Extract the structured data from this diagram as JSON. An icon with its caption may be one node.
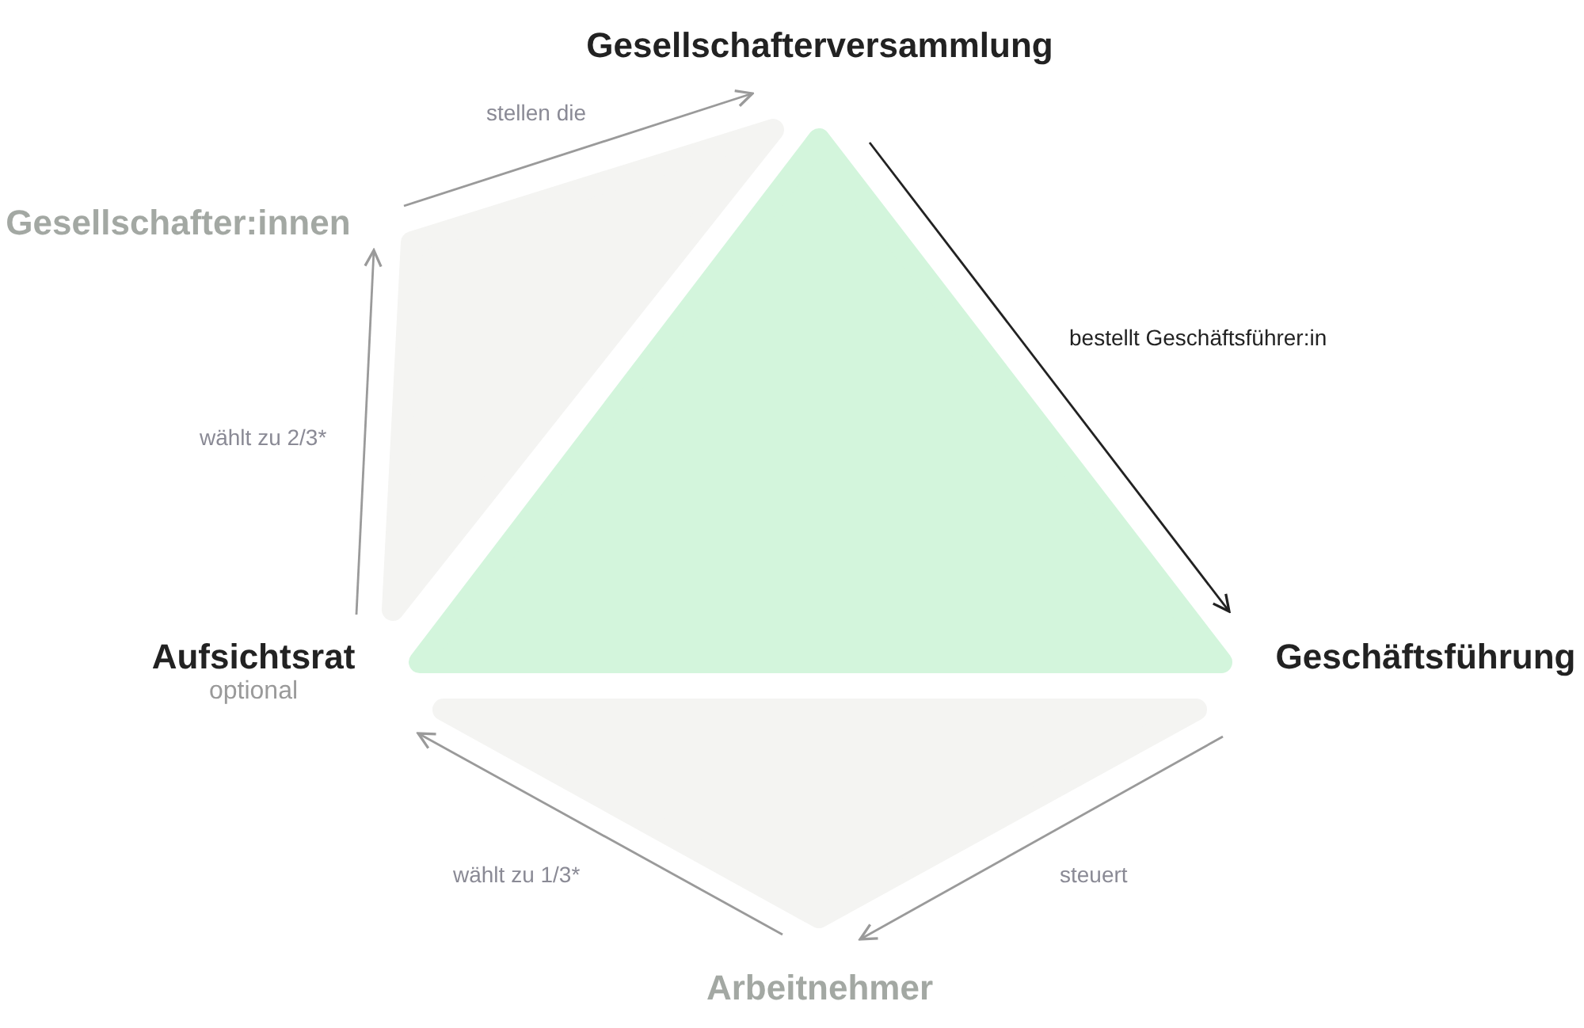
{
  "diagram": {
    "nodes": [
      {
        "text": [
          "Gesellschafterversammlung"
        ]
      },
      {
        "text": [
          "Gesellschafter:innen"
        ]
      },
      {
        "text": [
          "Aufsichtsrat"
        ],
        "beside": [
          "optional"
        ]
      },
      {
        "text": [
          "Geschäftsführung"
        ]
      },
      {
        "text": [
          "Arbeitnehmer"
        ]
      }
    ],
    "edges": [
      {
        "from": 1,
        "to": 0,
        "arrow": "to",
        "label": "stellen die"
      },
      {
        "from": 2,
        "to": 1,
        "arrow": "to",
        "label": "wählt zu 2/3*"
      },
      {
        "from": 0,
        "to": 3,
        "arrow": "to",
        "label": "bestellt Geschäftsführer:in",
        "color": "#222222"
      },
      {
        "from": 3,
        "to": 4,
        "arrow": "to",
        "label": "steuert"
      },
      {
        "from": 4,
        "to": 2,
        "arrow": "to",
        "label": "wählt zu 1/3*"
      }
    ]
  }
}
